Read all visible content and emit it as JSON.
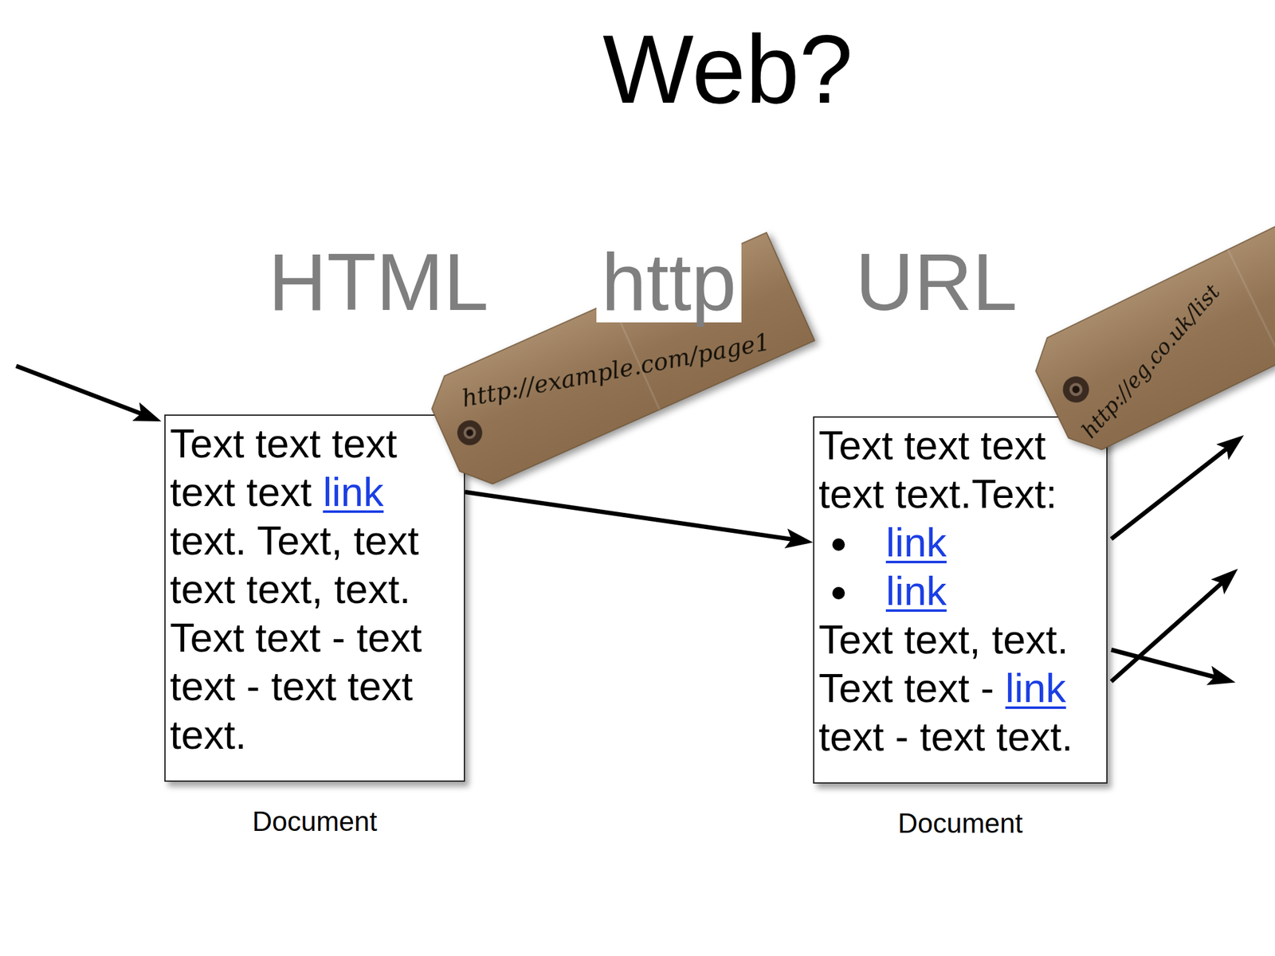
{
  "diagram": {
    "title": "Web?",
    "nodes": [
      {
        "text": [
          "Text text text text text",
          "link",
          "text. Text, text text text, text. Text text - text text - text text text.",
          "Document"
        ]
      },
      {
        "text": [
          "http://example.com/page1"
        ]
      },
      {
        "text": [
          "Text text text text text.Text:",
          "link",
          "link",
          "Text text, text. Text text -",
          "link",
          "text - text text.",
          "Document"
        ]
      },
      {
        "text": [
          "http://eg.co.uk/list"
        ]
      }
    ],
    "edges": [
      {
        "from": 0,
        "to": 2,
        "arrow": "to"
      }
    ],
    "labels": [
      "HTML",
      "http",
      "URL"
    ]
  }
}
